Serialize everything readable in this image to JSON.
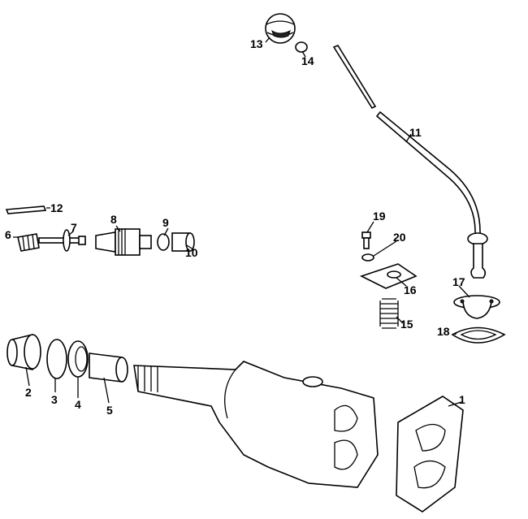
{
  "diagram": {
    "type": "exploded-parts-view",
    "callouts": [
      "1",
      "2",
      "3",
      "4",
      "5",
      "6",
      "7",
      "8",
      "9",
      "10",
      "11",
      "12",
      "13",
      "14",
      "15",
      "16",
      "17",
      "18",
      "19",
      "20"
    ]
  }
}
